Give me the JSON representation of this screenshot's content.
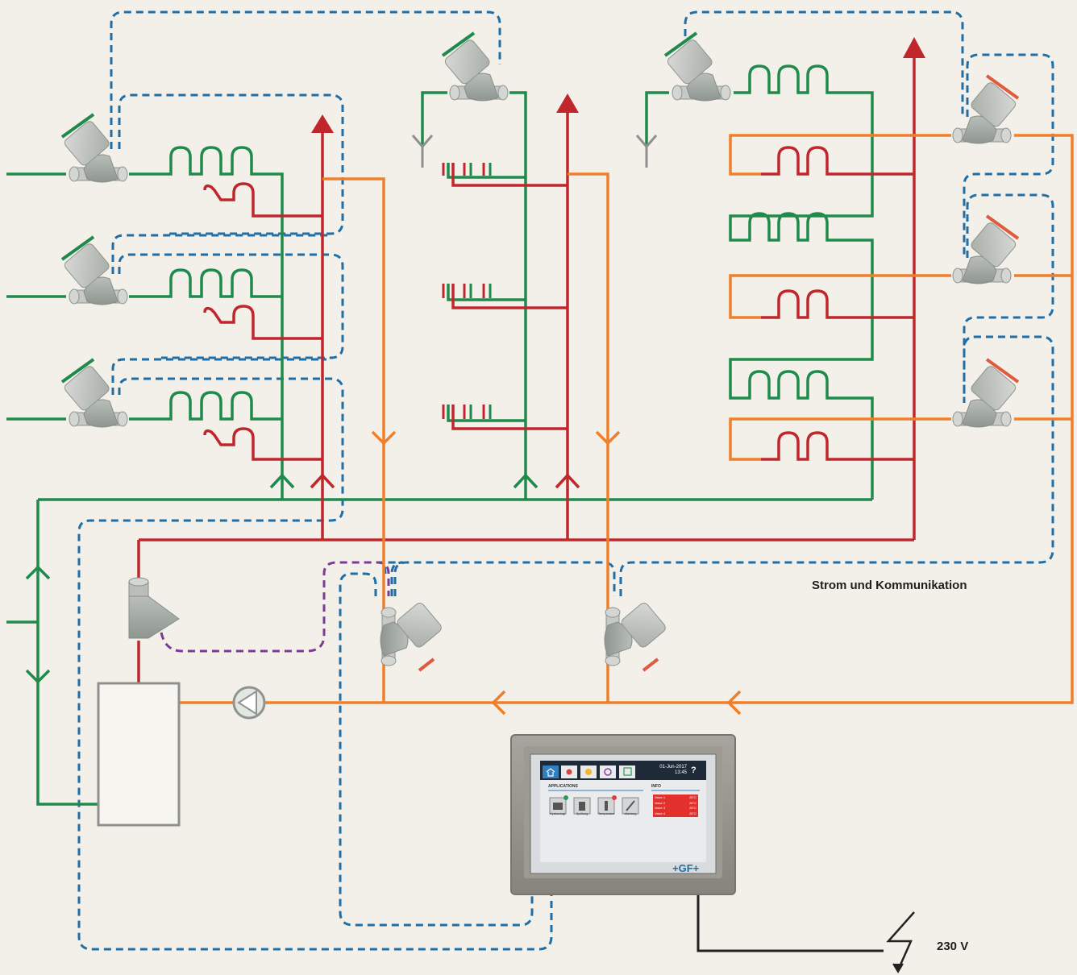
{
  "labels": {
    "power_comm": "Strom und Kommunikation",
    "voltage": "230 V"
  },
  "panel": {
    "date": "01-Jun-2017",
    "time": "13:45",
    "help": "?",
    "section_applications": "APPLICATIONS",
    "section_info": "INFO",
    "apps": [
      "Hydraulogi.",
      "Spülung",
      "Temperatur",
      "Wartung"
    ],
    "valves": [
      {
        "name": "Valve 1",
        "value": "25°C"
      },
      {
        "name": "Valve 2",
        "value": "26°C"
      },
      {
        "name": "Valve 3",
        "value": "25°C"
      },
      {
        "name": "Valve 4",
        "value": "25°C"
      }
    ],
    "brand": "+GF+"
  },
  "colors": {
    "background": "#f2f0e9",
    "cold_water": "#1f8a4c",
    "hot_water": "#c0272d",
    "circulation": "#f07f2a",
    "communication": "#1f6ea5",
    "local_link": "#7b3a96"
  }
}
